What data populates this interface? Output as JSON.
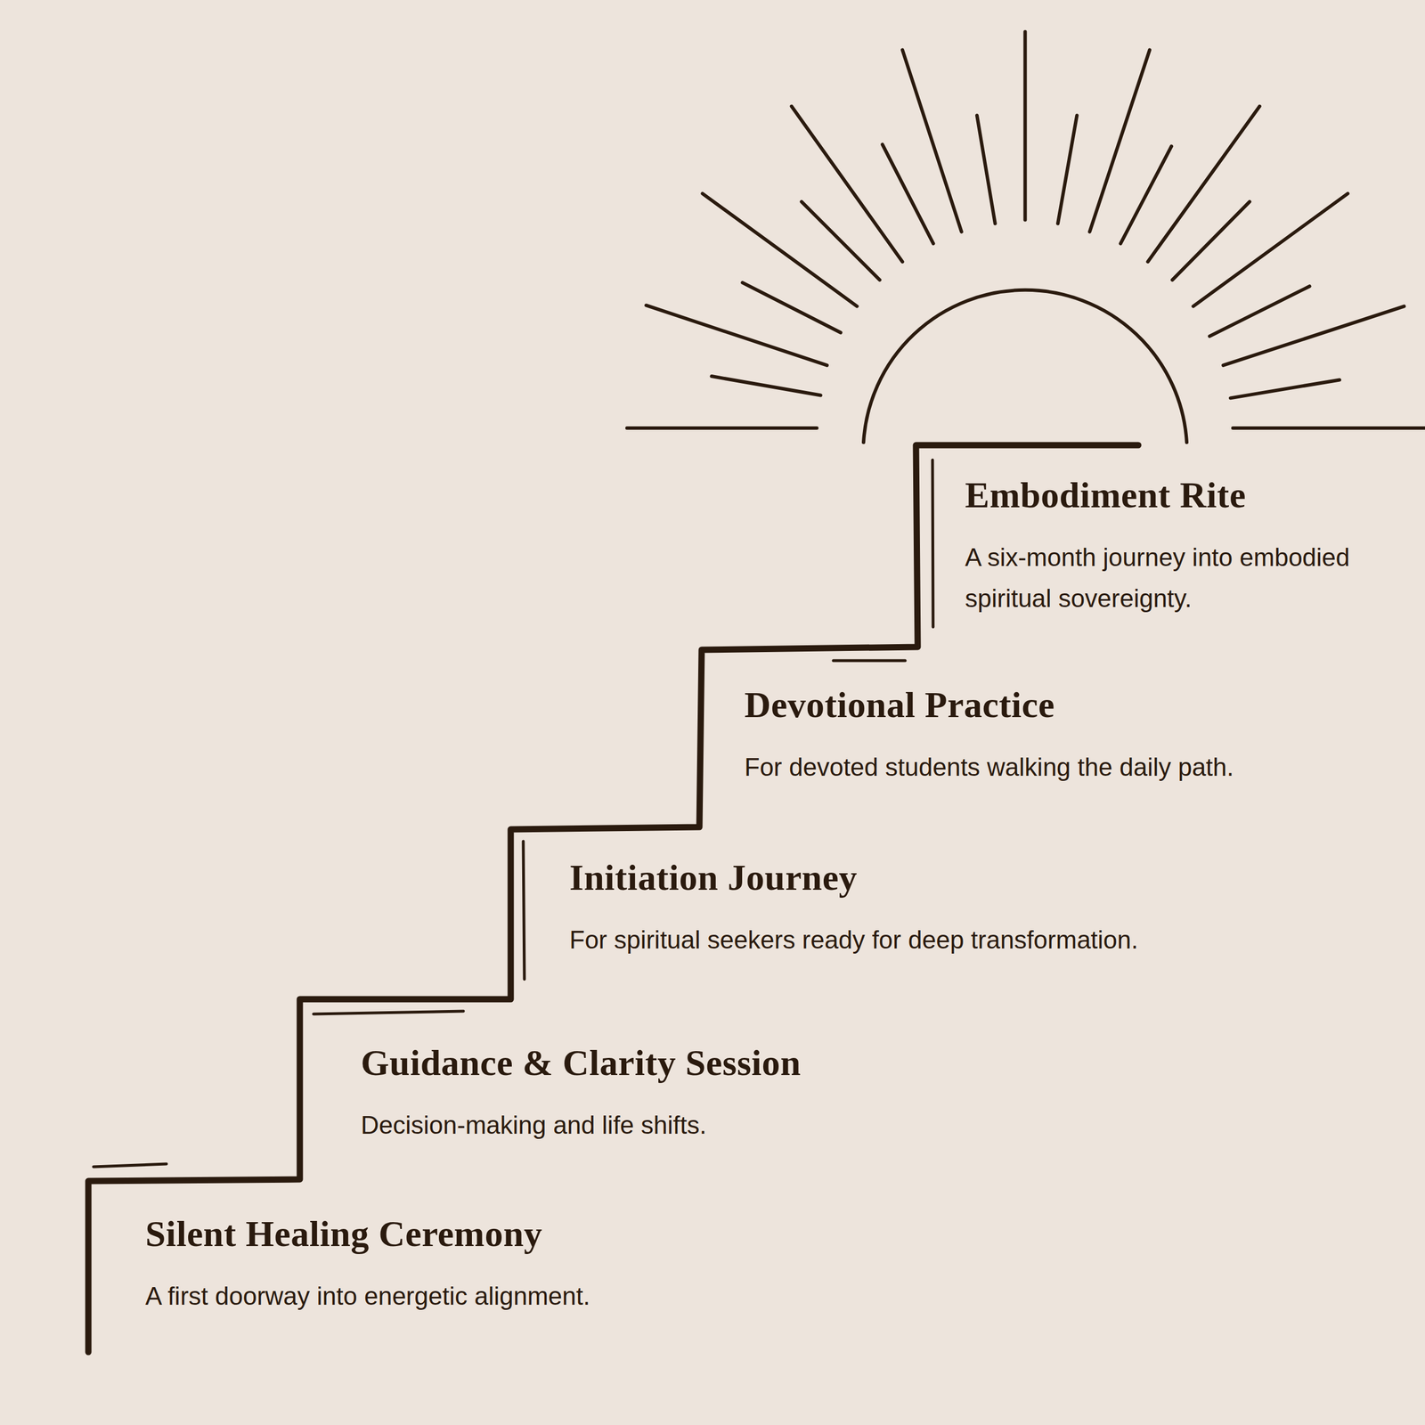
{
  "diagram": {
    "nodes": [
      {
        "text": [
          "Silent Healing Ceremony",
          "A first doorway into energetic alignment."
        ]
      },
      {
        "text": [
          "Guidance & Clarity Session",
          "Decision-making and life shifts."
        ]
      },
      {
        "text": [
          "Initiation Journey",
          "For spiritual seekers ready for deep transformation."
        ]
      },
      {
        "text": [
          "Devotional Practice",
          "For devoted students walking the daily path."
        ]
      },
      {
        "text": [
          "Embodiment Rite",
          "A six-month journey into embodied spiritual sovereignty."
        ]
      }
    ]
  }
}
